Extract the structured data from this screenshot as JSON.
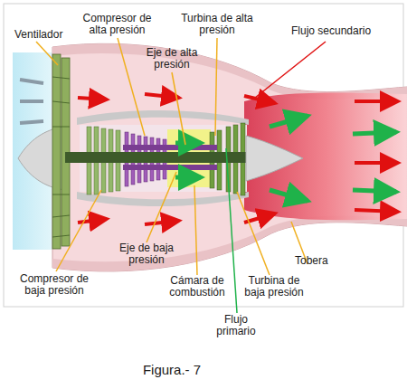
{
  "diagram": {
    "caption": "Figura.- 7",
    "labels": [
      "Ventilador",
      "Compresor de alta presión",
      "Turbina de alta presión",
      "Flujo secundario",
      "Eje de alta presión",
      "Eje de baja presión",
      "Cámara de combustión",
      "Flujo primario",
      "Compresor de baja presión",
      "Turbina de baja presión",
      "Tobera"
    ]
  }
}
